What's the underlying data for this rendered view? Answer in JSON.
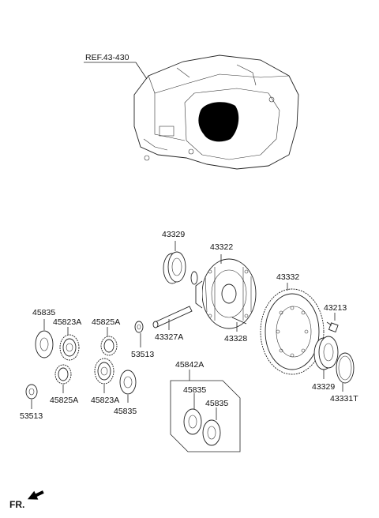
{
  "diagram": {
    "ref_label": "REF.43-430",
    "fr_label": "FR.",
    "parts": {
      "p43329_top": "43329",
      "p43322": "43322",
      "p43332": "43332",
      "p43213": "43213",
      "p43327A": "43327A",
      "p43328": "43328",
      "p43329_bottom": "43329",
      "p43331T": "43331T",
      "p45835_left": "45835",
      "p45823A_top": "45823A",
      "p45825A_top": "45825A",
      "p53513_mid": "53513",
      "p45825A_bottom": "45825A",
      "p45823A_bottom": "45823A",
      "p45835_mid": "45835",
      "p53513_left": "53513",
      "p45842A": "45842A",
      "p45835_kit_a": "45835",
      "p45835_kit_b": "45835"
    }
  }
}
